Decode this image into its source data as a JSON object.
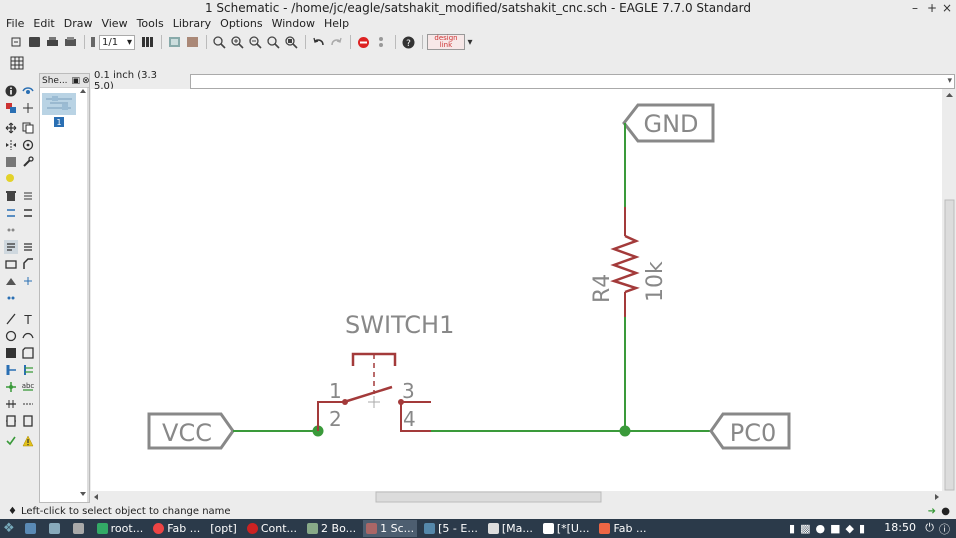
{
  "window": {
    "title": "1 Schematic - /home/jc/eagle/satshakit_modified/satshakit_cnc.sch - EAGLE 7.7.0 Standard"
  },
  "menu": [
    "File",
    "Edit",
    "Draw",
    "View",
    "Tools",
    "Library",
    "Options",
    "Window",
    "Help"
  ],
  "toolbar": {
    "sheet_value": "1/1",
    "design_link": "design link"
  },
  "sheets_panel": {
    "title": "She...",
    "sheet_number": "1"
  },
  "command": {
    "grid_info": "0.1 inch (3.3 5.0)",
    "value": ""
  },
  "schematic": {
    "gnd": "GND",
    "vcc": "VCC",
    "pc0": "PC0",
    "switch_name": "SWITCH1",
    "pin1": "1",
    "pin2": "2",
    "pin3": "3",
    "pin4": "4",
    "resistor_name": "R4",
    "resistor_value": "10k",
    "colors": {
      "net": "#3a9a3a",
      "part": "#a33a3a",
      "symbol": "#888888",
      "junction": "#3a9a3a"
    }
  },
  "status": {
    "text": "Left-click to select object to change name"
  },
  "taskbar": {
    "items": [
      "root...",
      "Fab ...",
      "[opt]",
      "Cont...",
      "2 Bo...",
      "1 Sc...",
      "[5 - E...",
      "[Ma...",
      "[*[U...",
      "Fab ..."
    ],
    "clock": "18:50"
  }
}
